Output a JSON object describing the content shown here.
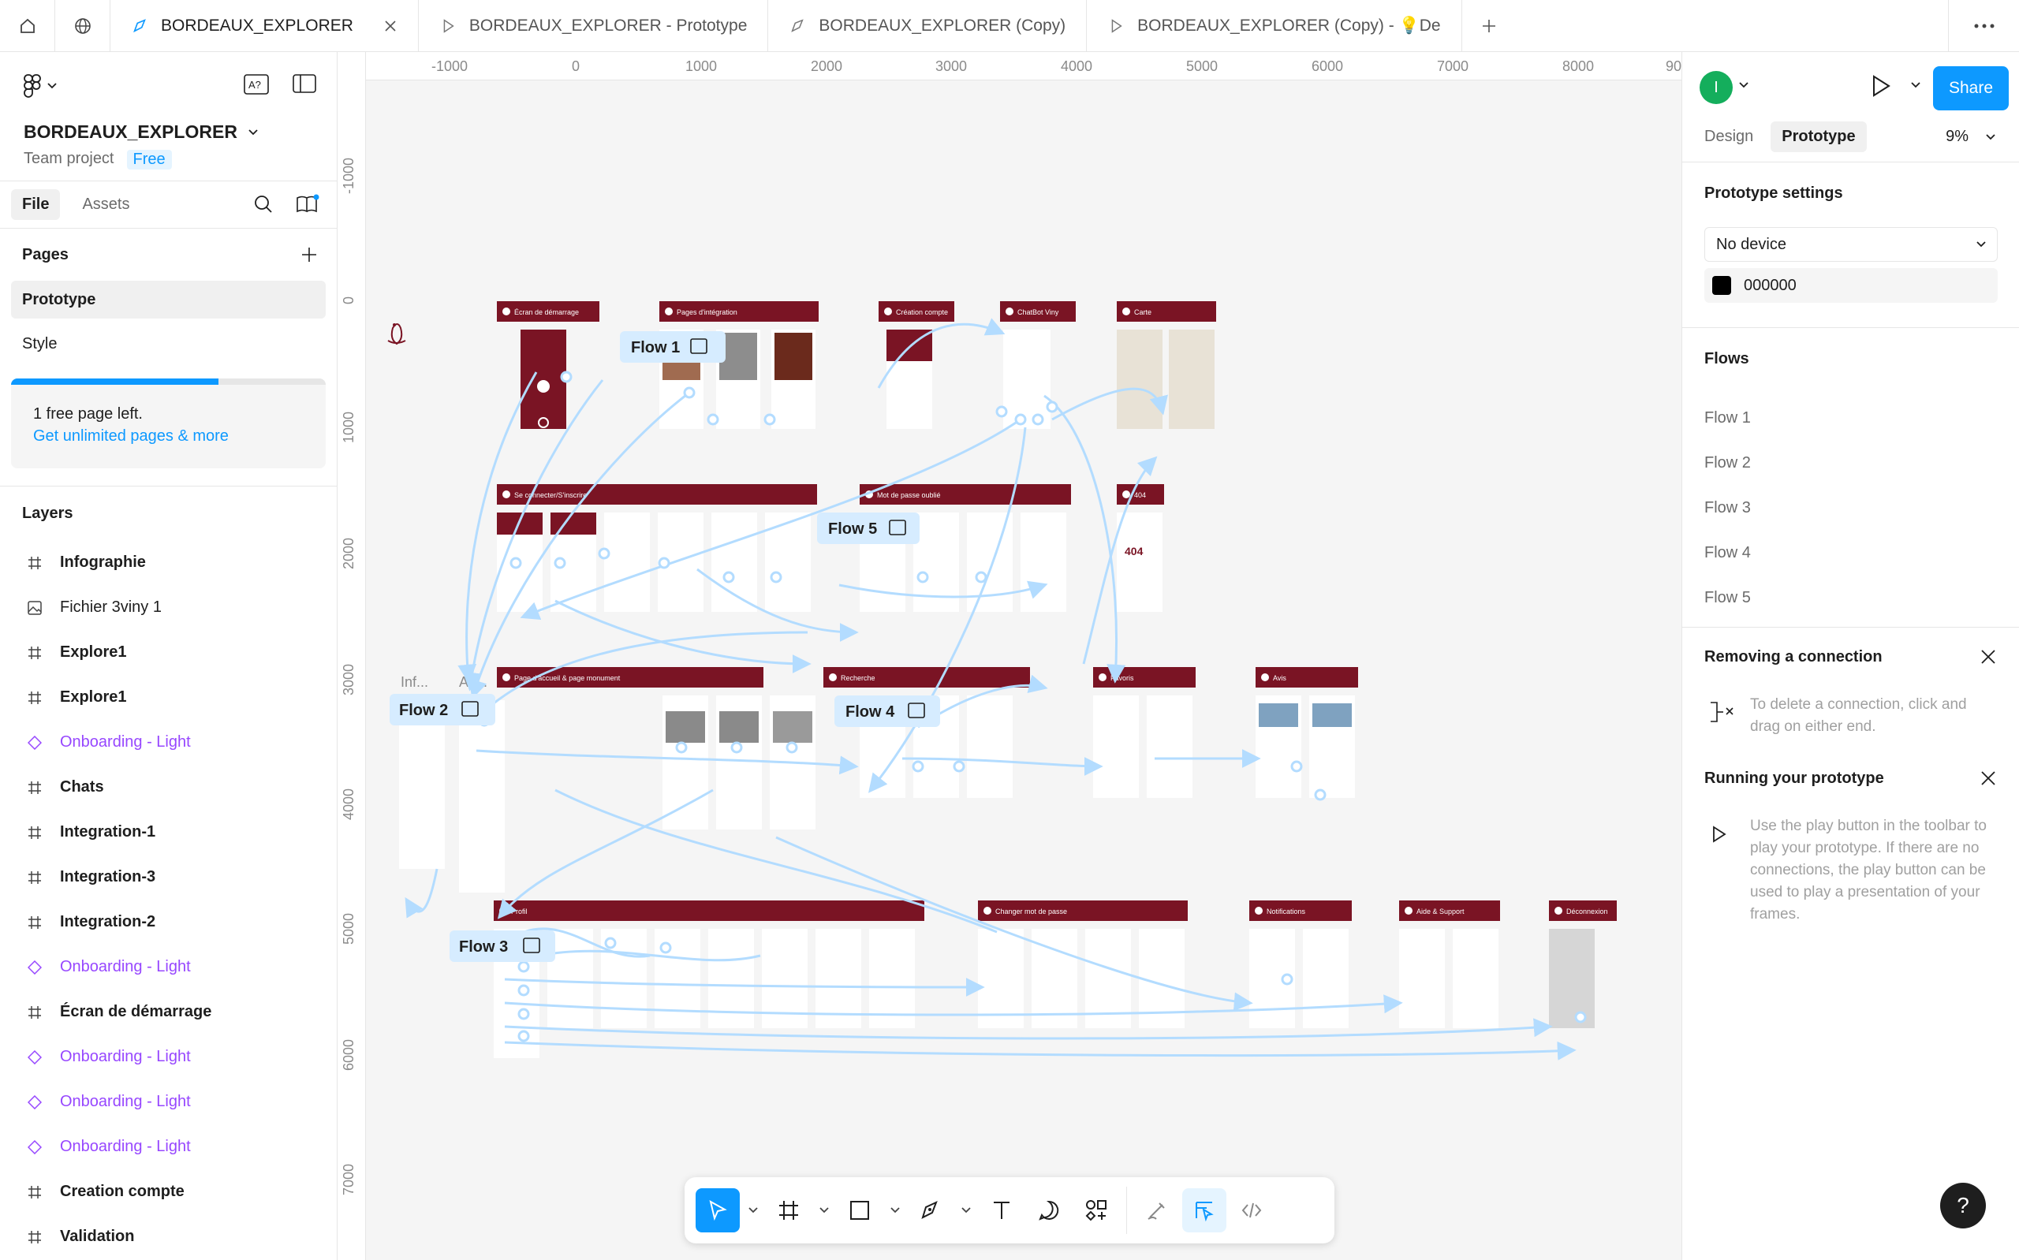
{
  "tabs": [
    {
      "label": "BORDEAUX_EXPLORER",
      "icon": "design-file-icon",
      "active": true
    },
    {
      "label": "BORDEAUX_EXPLORER - Prototype",
      "icon": "play-outline-icon",
      "active": false
    },
    {
      "label": "BORDEAUX_EXPLORER (Copy)",
      "icon": "design-file-icon",
      "active": false
    },
    {
      "label": "BORDEAUX_EXPLORER (Copy) - 💡De",
      "icon": "play-outline-icon",
      "active": false
    }
  ],
  "file": {
    "name": "BORDEAUX_EXPLORER",
    "team": "Team project",
    "plan": "Free"
  },
  "left_tabs": {
    "file": "File",
    "assets": "Assets"
  },
  "pages": {
    "title": "Pages",
    "items": [
      "Prototype",
      "Style"
    ]
  },
  "upsell": {
    "line1": "1 free page left.",
    "link": "Get unlimited pages & more",
    "progress": 0.66
  },
  "layers": {
    "title": "Layers",
    "items": [
      {
        "label": "Infographie",
        "type": "frame"
      },
      {
        "label": "Fichier 3viny 1",
        "type": "image"
      },
      {
        "label": "Explore1",
        "type": "frame"
      },
      {
        "label": "Explore1",
        "type": "frame"
      },
      {
        "label": "Onboarding - Light",
        "type": "component"
      },
      {
        "label": "Chats",
        "type": "frame"
      },
      {
        "label": "Integration-1",
        "type": "frame"
      },
      {
        "label": "Integration-3",
        "type": "frame"
      },
      {
        "label": "Integration-2",
        "type": "frame"
      },
      {
        "label": "Onboarding - Light",
        "type": "component"
      },
      {
        "label": "Écran de démarrage",
        "type": "frame"
      },
      {
        "label": "Onboarding - Light",
        "type": "component"
      },
      {
        "label": "Onboarding - Light",
        "type": "component"
      },
      {
        "label": "Onboarding - Light",
        "type": "component"
      },
      {
        "label": "Creation compte",
        "type": "frame"
      },
      {
        "label": "Validation",
        "type": "frame"
      }
    ]
  },
  "ruler": {
    "top": [
      "-1000",
      "0",
      "1000",
      "2000",
      "3000",
      "4000",
      "5000",
      "6000",
      "7000",
      "8000",
      "90"
    ],
    "left": [
      "-1000",
      "0",
      "1000",
      "2000",
      "3000",
      "4000",
      "5000",
      "6000",
      "7000"
    ]
  },
  "canvas": {
    "section_titles": [
      "Écran de démarrage",
      "Pages d'intégration",
      "Création compte",
      "ChatBot Viny",
      "Carte",
      "Se connecter/S'inscrire",
      "Mot de passe oublié",
      "404",
      "Page d'accueil & page monument",
      "Recherche",
      "Favoris",
      "Avis",
      "Profil",
      "Changer mot de passe",
      "Notifications",
      "Aide & Support",
      "Déconnexion"
    ],
    "frame_labels": [
      "Inf...",
      "Ac..."
    ],
    "error_text": "404",
    "flows": [
      "Flow 1",
      "Flow 2",
      "Flow 3",
      "Flow 4",
      "Flow 5"
    ],
    "brand_color": "#7a1424",
    "connector_color": "#b3dcff"
  },
  "right": {
    "avatar": "I",
    "share": "Share",
    "tabs": {
      "design": "Design",
      "prototype": "Prototype"
    },
    "zoom": "9%",
    "prototype_settings": {
      "title": "Prototype settings",
      "device": "No device",
      "background": "000000"
    },
    "flows_title": "Flows",
    "flows": [
      "Flow 1",
      "Flow 2",
      "Flow 3",
      "Flow 4",
      "Flow 5"
    ],
    "help1": {
      "title": "Removing a connection",
      "text": "To delete a connection, click and drag on either end."
    },
    "help2": {
      "title": "Running your prototype",
      "text": "Use the play button in the toolbar to play your prototype. If there are no connections, the play button can be used to play a presentation of your frames."
    }
  }
}
